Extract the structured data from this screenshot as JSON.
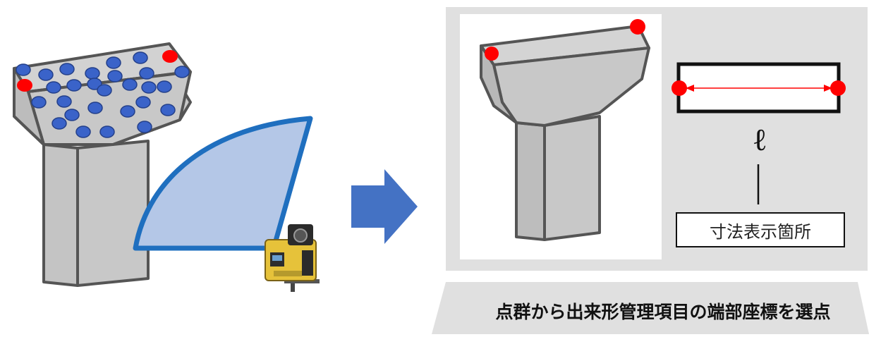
{
  "diagram": {
    "dimension_label": "寸法表示箇所",
    "length_symbol": "ℓ",
    "caption": "点群から出来形管理項目の端部座標を選点"
  },
  "colors": {
    "concrete": "#c8c8c8",
    "concrete_dark": "#b4b4b4",
    "outline": "#555555",
    "point_blue": "#3a63c9",
    "point_red": "#ff0000",
    "scan_fill": "#b4c7e7",
    "scan_stroke": "#1f6fbf",
    "arrow": "#4472c4",
    "panel": "#e0e0e0"
  },
  "icons": [
    "total-station-scanner-icon",
    "right-arrow-icon"
  ]
}
